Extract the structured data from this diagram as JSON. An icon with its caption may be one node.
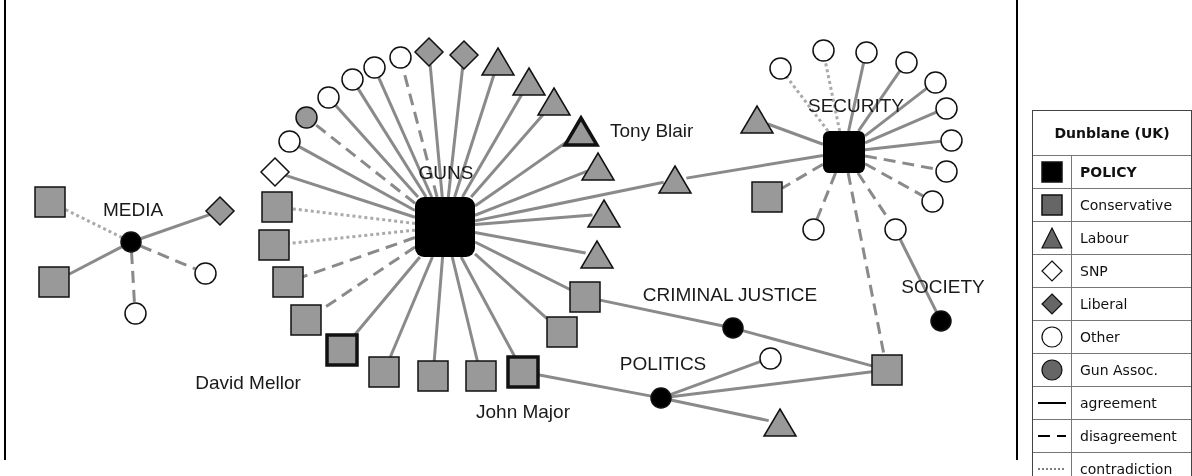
{
  "diagram": {
    "nodes": [
      {
        "text": [
          "MEDIA"
        ]
      },
      {
        "text": [],
        "shape": "box"
      },
      {
        "text": [],
        "shape": "box"
      },
      {
        "text": [],
        "shape": "diamond"
      },
      {
        "text": [],
        "shape": "circle"
      },
      {
        "text": [],
        "shape": "circle"
      },
      {
        "text": [
          "GUNS"
        ]
      },
      {
        "text": [],
        "shape": "diamond"
      },
      {
        "text": [],
        "shape": "circle"
      },
      {
        "text": [],
        "shape": "circle"
      },
      {
        "text": [],
        "shape": "circle"
      },
      {
        "text": [],
        "shape": "circle"
      },
      {
        "text": [],
        "shape": "circle"
      },
      {
        "text": [],
        "shape": "circle"
      },
      {
        "text": [],
        "shape": "diamond"
      },
      {
        "text": [],
        "shape": "diamond"
      },
      {
        "text": [],
        "shape": "triangle"
      },
      {
        "text": [],
        "shape": "triangle"
      },
      {
        "text": [],
        "shape": "triangle"
      },
      {
        "text": [
          "Tony Blair"
        ]
      },
      {
        "text": [],
        "shape": "triangle"
      },
      {
        "text": [],
        "shape": "triangle"
      },
      {
        "text": [],
        "shape": "triangle"
      },
      {
        "text": [],
        "shape": "box"
      },
      {
        "text": [],
        "shape": "box"
      },
      {
        "text": [
          "John Major"
        ]
      },
      {
        "text": [],
        "shape": "box"
      },
      {
        "text": [],
        "shape": "box"
      },
      {
        "text": [],
        "shape": "box"
      },
      {
        "text": [
          "David Mellor"
        ]
      },
      {
        "text": [],
        "shape": "box"
      },
      {
        "text": [],
        "shape": "box"
      },
      {
        "text": [],
        "shape": "box"
      },
      {
        "text": [],
        "shape": "box"
      },
      {
        "text": [],
        "shape": "triangle"
      },
      {
        "text": [
          "SECURITY"
        ]
      },
      {
        "text": [],
        "shape": "triangle"
      },
      {
        "text": [],
        "shape": "circle"
      },
      {
        "text": [],
        "shape": "circle"
      },
      {
        "text": [],
        "shape": "circle"
      },
      {
        "text": [],
        "shape": "circle"
      },
      {
        "text": [],
        "shape": "circle"
      },
      {
        "text": [],
        "shape": "circle"
      },
      {
        "text": [],
        "shape": "circle"
      },
      {
        "text": [],
        "shape": "circle"
      },
      {
        "text": [],
        "shape": "circle"
      },
      {
        "text": [],
        "shape": "circle"
      },
      {
        "text": [],
        "shape": "circle"
      },
      {
        "text": [],
        "shape": "box"
      },
      {
        "text": [
          "SOCIETY"
        ]
      },
      {
        "text": [
          "CRIMINAL JUSTICE"
        ]
      },
      {
        "text": [
          "POLITICS"
        ]
      },
      {
        "text": [],
        "shape": "box"
      },
      {
        "text": [],
        "shape": "circle"
      },
      {
        "text": [],
        "shape": "triangle"
      }
    ],
    "edges": [
      {
        "from": 0,
        "to": 1,
        "arrow": "none",
        "style": "dashed",
        "color": "#aaaaaa"
      },
      {
        "from": 0,
        "to": 2,
        "arrow": "none"
      },
      {
        "from": 0,
        "to": 3,
        "arrow": "none"
      },
      {
        "from": 0,
        "to": 4,
        "arrow": "none",
        "style": "dashed"
      },
      {
        "from": 0,
        "to": 5,
        "arrow": "none",
        "style": "dashed"
      },
      {
        "from": 6,
        "to": 7,
        "arrow": "none"
      },
      {
        "from": 6,
        "to": 8,
        "arrow": "none"
      },
      {
        "from": 6,
        "to": 9,
        "arrow": "none",
        "style": "dashed"
      },
      {
        "from": 6,
        "to": 10,
        "arrow": "none"
      },
      {
        "from": 6,
        "to": 11,
        "arrow": "none"
      },
      {
        "from": 6,
        "to": 12,
        "arrow": "none"
      },
      {
        "from": 6,
        "to": 13,
        "arrow": "none",
        "style": "dashed"
      },
      {
        "from": 6,
        "to": 14,
        "arrow": "none"
      },
      {
        "from": 6,
        "to": 15,
        "arrow": "none"
      },
      {
        "from": 6,
        "to": 16,
        "arrow": "none"
      },
      {
        "from": 6,
        "to": 17,
        "arrow": "none"
      },
      {
        "from": 6,
        "to": 18,
        "arrow": "none"
      },
      {
        "from": 6,
        "to": 19,
        "arrow": "none"
      },
      {
        "from": 6,
        "to": 20,
        "arrow": "none"
      },
      {
        "from": 6,
        "to": 21,
        "arrow": "none"
      },
      {
        "from": 6,
        "to": 22,
        "arrow": "none"
      },
      {
        "from": 6,
        "to": 23,
        "arrow": "none"
      },
      {
        "from": 6,
        "to": 24,
        "arrow": "none"
      },
      {
        "from": 6,
        "to": 25,
        "arrow": "none"
      },
      {
        "from": 6,
        "to": 26,
        "arrow": "none"
      },
      {
        "from": 6,
        "to": 27,
        "arrow": "none"
      },
      {
        "from": 6,
        "to": 28,
        "arrow": "none"
      },
      {
        "from": 6,
        "to": 29,
        "arrow": "none"
      },
      {
        "from": 6,
        "to": 30,
        "arrow": "none",
        "style": "dashed"
      },
      {
        "from": 6,
        "to": 31,
        "arrow": "none",
        "style": "dashed"
      },
      {
        "from": 6,
        "to": 32,
        "arrow": "none",
        "style": "dashed",
        "color": "#aaaaaa"
      },
      {
        "from": 6,
        "to": 33,
        "arrow": "none",
        "style": "dashed",
        "color": "#aaaaaa"
      },
      {
        "from": 6,
        "to": 34,
        "arrow": "none"
      },
      {
        "from": 34,
        "to": 35,
        "arrow": "none"
      },
      {
        "from": 35,
        "to": 36,
        "arrow": "none"
      },
      {
        "from": 35,
        "to": 37,
        "arrow": "none",
        "style": "dashed",
        "color": "#aaaaaa"
      },
      {
        "from": 35,
        "to": 38,
        "arrow": "none",
        "style": "dashed",
        "color": "#aaaaaa"
      },
      {
        "from": 35,
        "to": 39,
        "arrow": "none"
      },
      {
        "from": 35,
        "to": 40,
        "arrow": "none"
      },
      {
        "from": 35,
        "to": 41,
        "arrow": "none"
      },
      {
        "from": 35,
        "to": 42,
        "arrow": "none"
      },
      {
        "from": 35,
        "to": 43,
        "arrow": "none"
      },
      {
        "from": 35,
        "to": 44,
        "arrow": "none",
        "style": "dashed"
      },
      {
        "from": 35,
        "to": 45,
        "arrow": "none",
        "style": "dashed"
      },
      {
        "from": 35,
        "to": 46,
        "arrow": "none",
        "style": "dashed"
      },
      {
        "from": 35,
        "to": 47,
        "arrow": "none",
        "style": "dashed"
      },
      {
        "from": 35,
        "to": 48,
        "arrow": "none",
        "style": "dashed"
      },
      {
        "from": 35,
        "to": 52,
        "arrow": "none",
        "style": "dashed"
      },
      {
        "from": 46,
        "to": 49,
        "arrow": "none"
      },
      {
        "from": 23,
        "to": 50,
        "arrow": "none"
      },
      {
        "from": 50,
        "to": 52,
        "arrow": "none"
      },
      {
        "from": 25,
        "to": 51,
        "arrow": "none"
      },
      {
        "from": 51,
        "to": 53,
        "arrow": "none"
      },
      {
        "from": 51,
        "to": 52,
        "arrow": "none"
      },
      {
        "from": 51,
        "to": 54,
        "arrow": "none"
      }
    ],
    "labels": [
      "Dunblane (UK)"
    ],
    "legend": [
      {
        "text": "POLICY"
      },
      {
        "text": "Conservative"
      },
      {
        "text": "Labour"
      },
      {
        "text": "SNP"
      },
      {
        "text": "Liberal"
      },
      {
        "text": "Other"
      },
      {
        "text": "Gun Assoc."
      },
      {
        "text": "agreement"
      },
      {
        "text": "disagreement"
      },
      {
        "text": "contradiction"
      }
    ]
  }
}
